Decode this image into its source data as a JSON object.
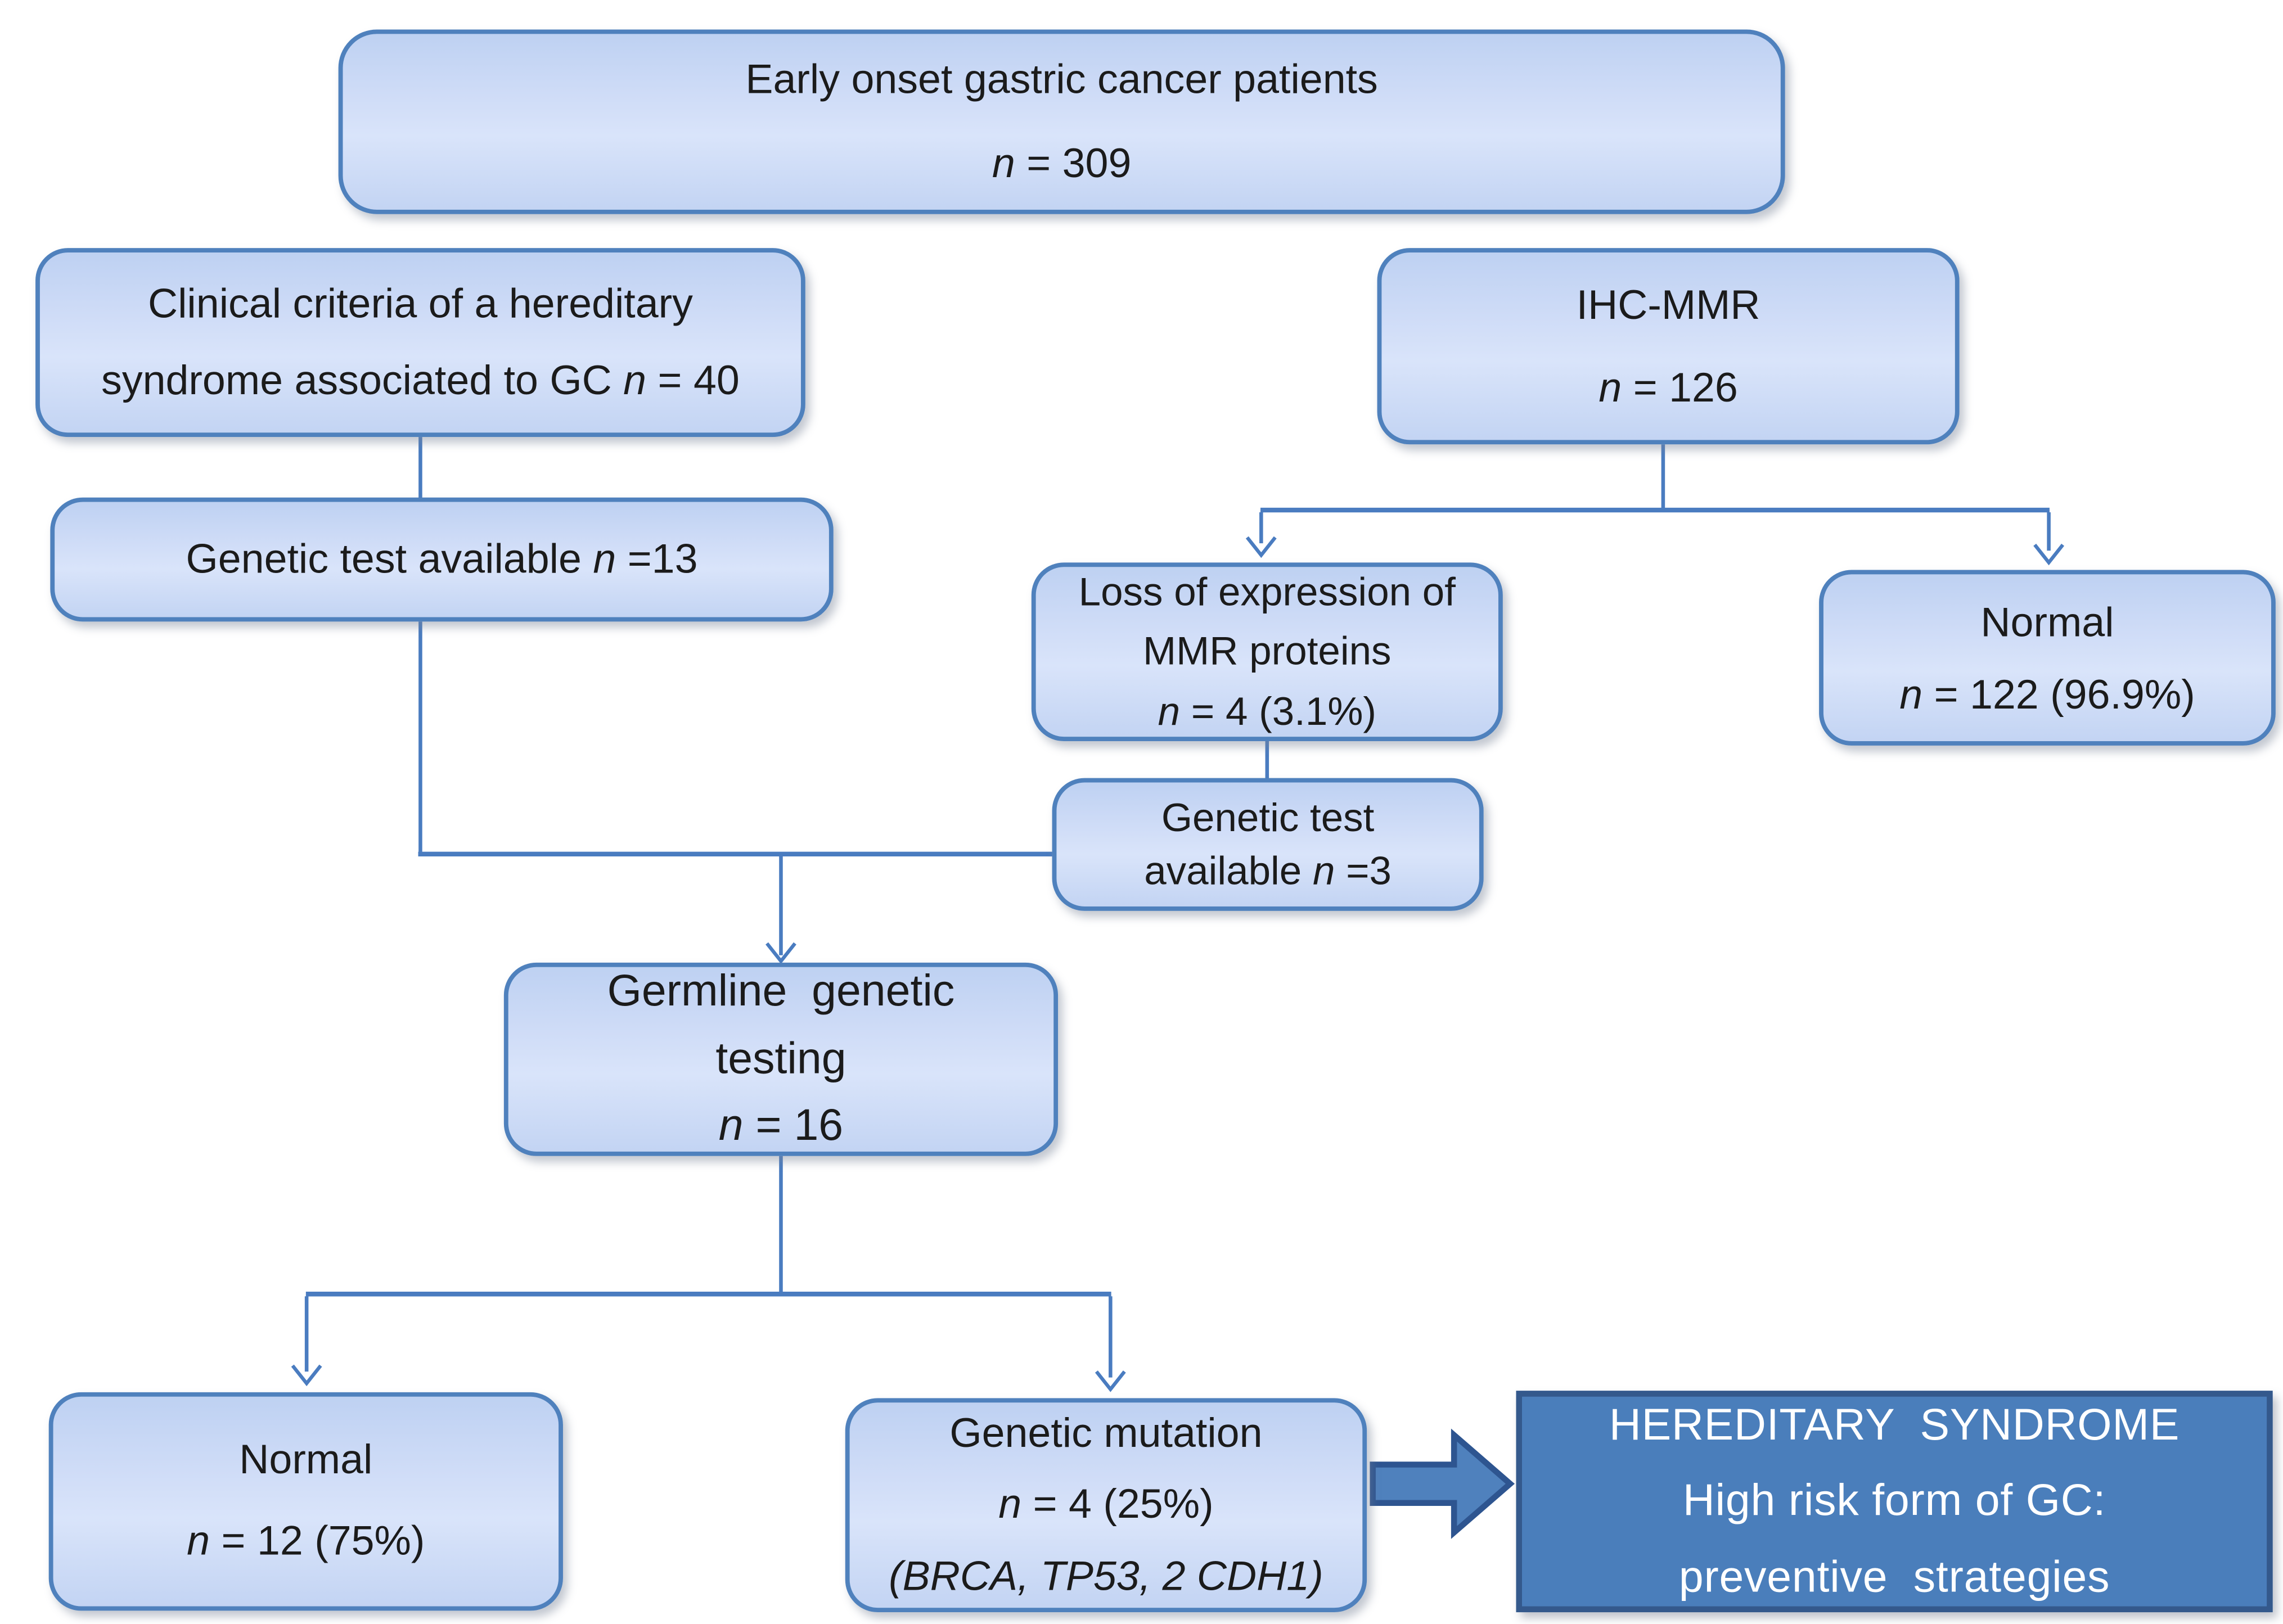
{
  "diagram_title": "Early onset gastric cancer genetic testing flowchart",
  "colors": {
    "text": "#1b1b1b",
    "node_border": "#4f81bd",
    "node_fill_top": "#bed1f2",
    "node_fill_mid": "#d9e4fa",
    "node_fill_bottom": "#c3d4f3",
    "connector": "#4a7cc0",
    "dark_fill": "#4a7ebb",
    "dark_border": "#34598c",
    "dark_text": "#ffffff",
    "arrow_fill": "#4f81bd",
    "arrow_border": "#2e5590"
  },
  "nodes": {
    "root": {
      "lines": [
        "Early onset gastric cancer patients",
        "*n* = 309"
      ]
    },
    "clinical": {
      "lines": [
        "Clinical criteria of a hereditary",
        "syndrome associated to GC *n* = 40"
      ]
    },
    "ihc": {
      "lines": [
        "IHC-MMR",
        "*n* = 126"
      ]
    },
    "genetic13": {
      "lines": [
        "Genetic test available *n* =13"
      ]
    },
    "loss": {
      "lines": [
        "Loss of expression of",
        "MMR proteins",
        "*n* = 4 (3.1%)"
      ]
    },
    "normal122": {
      "lines": [
        "Normal",
        "*n* = 122 (96.9%)"
      ]
    },
    "genetic3": {
      "lines": [
        "Genetic test",
        "available *n* =3"
      ]
    },
    "germline": {
      "lines": [
        "Germline  genetic",
        "testing",
        "*n* = 16"
      ]
    },
    "normal12": {
      "lines": [
        "Normal",
        "*n* = 12 (75%)"
      ]
    },
    "mutation": {
      "lines": [
        "Genetic mutation",
        "*n* = 4 (25%)",
        "*(BRCA, TP53, 2 CDH1)*"
      ]
    },
    "hereditary": {
      "lines": [
        "HEREDITARY  SYNDROME",
        "High risk form of GC:",
        "preventive  strategies"
      ]
    }
  }
}
